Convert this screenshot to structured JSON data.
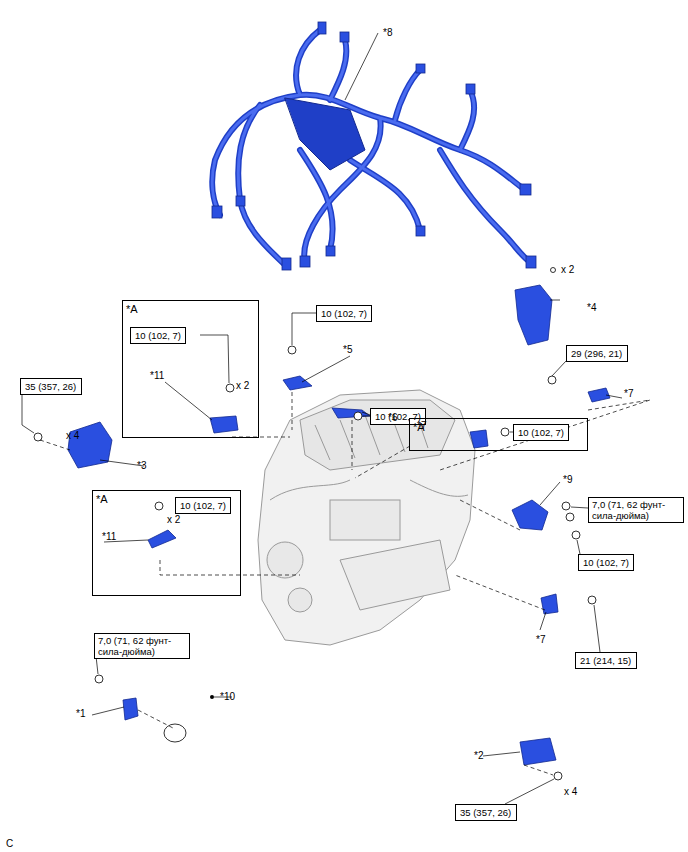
{
  "diagram": {
    "nodes": [
      {
        "text": [
          "*A"
        ]
      },
      {
        "text": [
          "10 (102, 7)"
        ],
        "in": 0
      },
      {
        "text": [
          "10 (102, 7)"
        ]
      },
      {
        "text": [
          "29 (296, 21)"
        ]
      },
      {
        "text": [
          "35 (357, 26)"
        ]
      },
      {
        "text": [
          "10 (102, 7)"
        ]
      },
      {
        "text": [
          "*A"
        ]
      },
      {
        "text": [
          "10 (102, 7)"
        ],
        "in": 6
      },
      {
        "text": [
          "*A"
        ]
      },
      {
        "text": [
          "10 (102, 7)"
        ],
        "in": 8
      },
      {
        "text": [
          "7,0 (71, 62 фунт-сила-дюйма)"
        ]
      },
      {
        "text": [
          "10 (102, 7)"
        ]
      },
      {
        "text": [
          "21 (214, 15)"
        ]
      },
      {
        "text": [
          "7,0 (71, 62 фунт-сила-дюйма)"
        ]
      },
      {
        "text": [
          "35 (357, 26)"
        ]
      }
    ],
    "edges": [],
    "labels": [
      "*8",
      "x 2",
      "*4",
      "*5",
      "*11",
      "x 2",
      "*3",
      "x 4",
      "*6",
      "*7",
      "*7",
      "*11",
      "x 2",
      "*9",
      "*7",
      "*10",
      "*1",
      "*2",
      "x 4",
      "C"
    ]
  }
}
